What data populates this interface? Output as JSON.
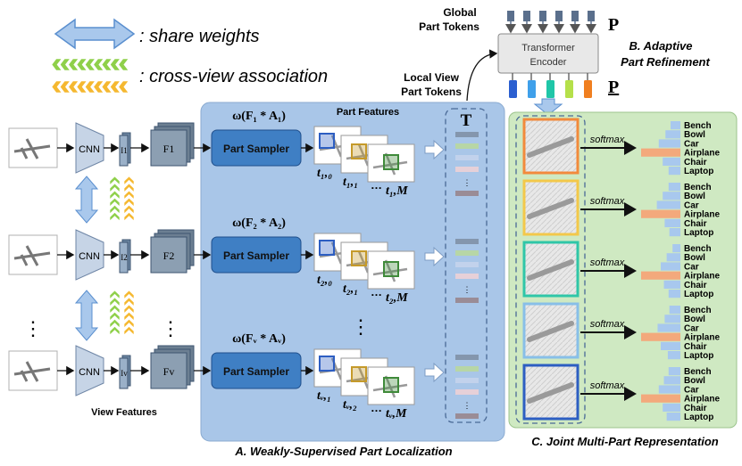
{
  "legend": {
    "share_weights": ": share weights",
    "cross_view": ": cross-view association"
  },
  "top": {
    "global_part_tokens": [
      "Global",
      "Part Tokens"
    ],
    "transformer": [
      "Transformer",
      "Encoder"
    ],
    "p_symbol": "P",
    "p_under_symbol": "P",
    "section_b": [
      "B. Adaptive",
      "Part Refinement"
    ],
    "local_view_tokens": [
      "Local View",
      "Part Tokens"
    ],
    "t_symbol": "T"
  },
  "left": {
    "cnn": "CNN",
    "dots": "⋮",
    "view_features": "View Features",
    "rows": [
      {
        "i_sub": "1",
        "f_sub": "1",
        "omega": "ω(F₁ * A₁)",
        "sampler": "Part Sampler",
        "tokens": [
          "t₁,₀",
          "t₁,₁",
          "t₁,M"
        ]
      },
      {
        "i_sub": "2",
        "f_sub": "2",
        "omega": "ω(F₂ * A₂)",
        "sampler": "Part Sampler",
        "tokens": [
          "t₂,₀",
          "t₂,₁",
          "t₂,M"
        ]
      },
      {
        "i_sub": "v",
        "f_sub": "v",
        "omega": "ω(Fᵥ * Aᵥ)",
        "sampler": "Part Sampler",
        "tokens": [
          "tᵥ,₁",
          "tᵥ,₂",
          "tᵥ,M"
        ]
      }
    ],
    "part_features": "Part Features",
    "ellipsis": "…",
    "section_a": "A. Weakly-Supervised Part Localization"
  },
  "right": {
    "softmax": "softmax",
    "classes": [
      "Bench",
      "Bowl",
      "Car",
      "Airplane",
      "Chair",
      "Laptop"
    ],
    "bars": [
      [
        0.25,
        0.38,
        0.55,
        1.0,
        0.45,
        0.3
      ],
      [
        0.3,
        0.45,
        0.6,
        1.0,
        0.4,
        0.28
      ],
      [
        0.2,
        0.35,
        0.5,
        1.0,
        0.42,
        0.3
      ],
      [
        0.28,
        0.4,
        0.58,
        1.0,
        0.5,
        0.32
      ],
      [
        0.3,
        0.42,
        0.55,
        1.0,
        0.45,
        0.35
      ]
    ],
    "section_c": "C. Joint Multi-Part Representation"
  },
  "colors": {
    "panel_a": "#a9c6e8",
    "panel_c": "#cfe9c2",
    "sampler": "#3f7fc4",
    "token_colors": [
      "#2b5fd0",
      "#3fa0ea",
      "#1fc6a8",
      "#b5e04a",
      "#f07f20"
    ],
    "patch_colors": [
      "#f28a3c",
      "#f3c84a",
      "#2fc6a8",
      "#88bfe8",
      "#2d5ec2"
    ],
    "bar_blue": "#a8c8ee",
    "bar_orange": "#f3a97c"
  }
}
